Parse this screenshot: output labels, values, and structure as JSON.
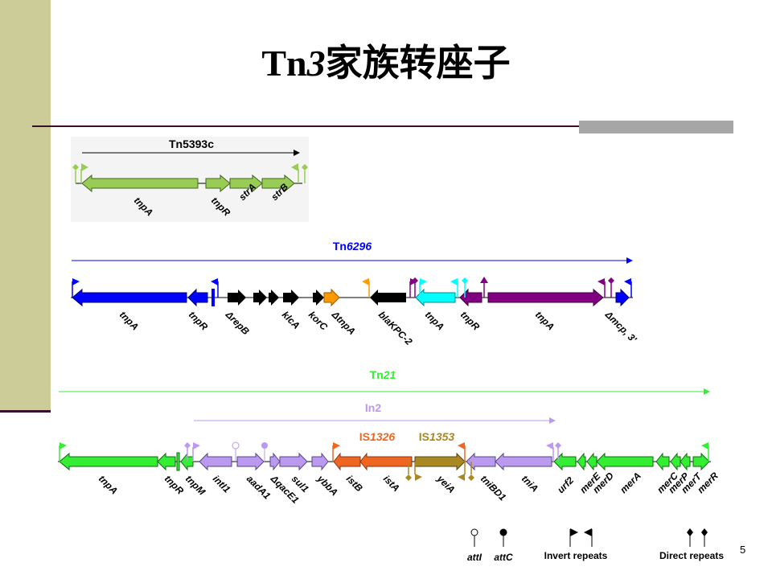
{
  "slide": {
    "title_prefix": "Tn",
    "title_italic": "3",
    "title_suffix": "家族转座子",
    "page_number": "5"
  },
  "transposons": {
    "tn5393c": {
      "name": "Tn5393c",
      "genes": [
        "tnpA",
        "tnpR",
        "strA",
        "strB"
      ]
    },
    "tn6296": {
      "name_prefix": "Tn",
      "name_italic": "6296",
      "genes": [
        "tnpA",
        "tnpR",
        "ΔrepB",
        "klcA",
        "korC",
        "ΔtnpA",
        "blaKPC-2",
        "tnpA",
        "tnpR",
        "tnpA",
        "Δmcp, 3'"
      ]
    },
    "tn21": {
      "name_prefix": "Tn",
      "name_italic": "21",
      "integron": "In2",
      "is1326_prefix": "IS",
      "is1326_italic": "1326",
      "is1353_prefix": "IS",
      "is1353_italic": "1353",
      "genes": [
        "tnpA",
        "tnpR",
        "tnpM",
        "intI1",
        "aadA1",
        "ΔqacE1",
        "sul1",
        "ybbA",
        "istB",
        "istA",
        "yeiA",
        "tniBD1",
        "tniA",
        "urf2",
        "merE",
        "merD",
        "merA",
        "merC",
        "merP",
        "merT",
        "merR"
      ]
    }
  },
  "legend": {
    "atti": "attI",
    "attc": "attC",
    "invert_repeats": "Invert repeats",
    "direct_repeats": "Direct repeats"
  },
  "colors": {
    "tn5393c_green": "#99cc55",
    "tn6296_blue": "#0000ff",
    "tn6296_orange": "#ff9900",
    "tn6296_cyan": "#00ffff",
    "tn6296_purple": "#800080",
    "tn21_green": "#33ee33",
    "in2_lavender": "#bb99ee",
    "is1326_orange": "#ee6622",
    "is1353_olive": "#aa8822",
    "left_bar": "#cccc99",
    "rule": "#3a0f2e"
  }
}
